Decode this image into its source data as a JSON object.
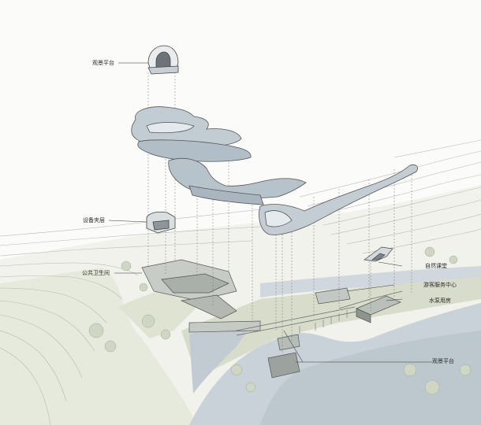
{
  "labels": {
    "viewing_platform_top": "观景平台",
    "equipment_mezzanine": "设备夹层",
    "public_restroom": "公共卫生间",
    "nature_classroom": "自然课堂",
    "visitor_center": "游客服务中心",
    "pump_room": "水泵用房",
    "viewing_platform_bottom": "观景平台"
  },
  "colors": {
    "roof": "#b9c6cf",
    "roof_light": "#dfe6ea",
    "water": "#c7d0d6",
    "terrain": "#e8ebdf",
    "grass": "#d5dcc8",
    "line": "#555555",
    "contour": "#b8b8b4"
  }
}
